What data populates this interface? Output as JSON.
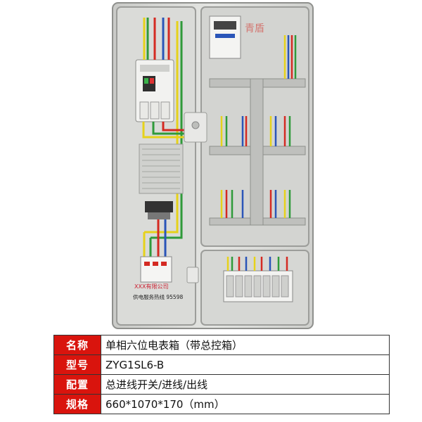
{
  "image": {
    "subject": "single-phase six-position electric meter box",
    "labels": {
      "left_company": "XXX有限公司",
      "left_hotline": "供电服务热线 95598",
      "watermark": "青盾"
    }
  },
  "spec_table": {
    "rows": [
      {
        "label": "名称",
        "value": "单相六位电表箱（带总控箱）"
      },
      {
        "label": "型号",
        "value": "ZYG1SL6-B"
      },
      {
        "label": "配置",
        "value": "总进线开关/进线/出线"
      },
      {
        "label": "规格",
        "value": "660*1070*170（mm）"
      }
    ]
  },
  "colors": {
    "label_bg": "#d9140d",
    "label_text": "#ffffff",
    "box_body": "#d8d9d6",
    "wire_yellow": "#e6d21a",
    "wire_green": "#2f9a3a",
    "wire_red": "#d42a22",
    "wire_blue": "#2a55b8"
  }
}
